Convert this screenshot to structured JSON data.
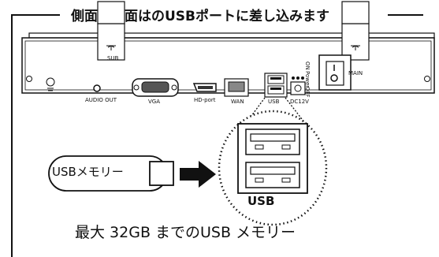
{
  "header": {
    "title": "側面・下面はのUSBポートに差し込みます"
  },
  "device": {
    "labels": {
      "sub": "SUB",
      "main": "MAIN",
      "audio_out": "AUDIO OUT",
      "vga": "VGA",
      "hd_port": "HD-port",
      "wan": "WAN",
      "usb": "USB",
      "dc12v": "DC12V",
      "on": "ON",
      "power": "Power",
      "off": "OFF"
    }
  },
  "usb_stick": {
    "label": "USBメモリー"
  },
  "zoom": {
    "label": "USB"
  },
  "caption": "最大 32GB までのUSB メモリー"
}
